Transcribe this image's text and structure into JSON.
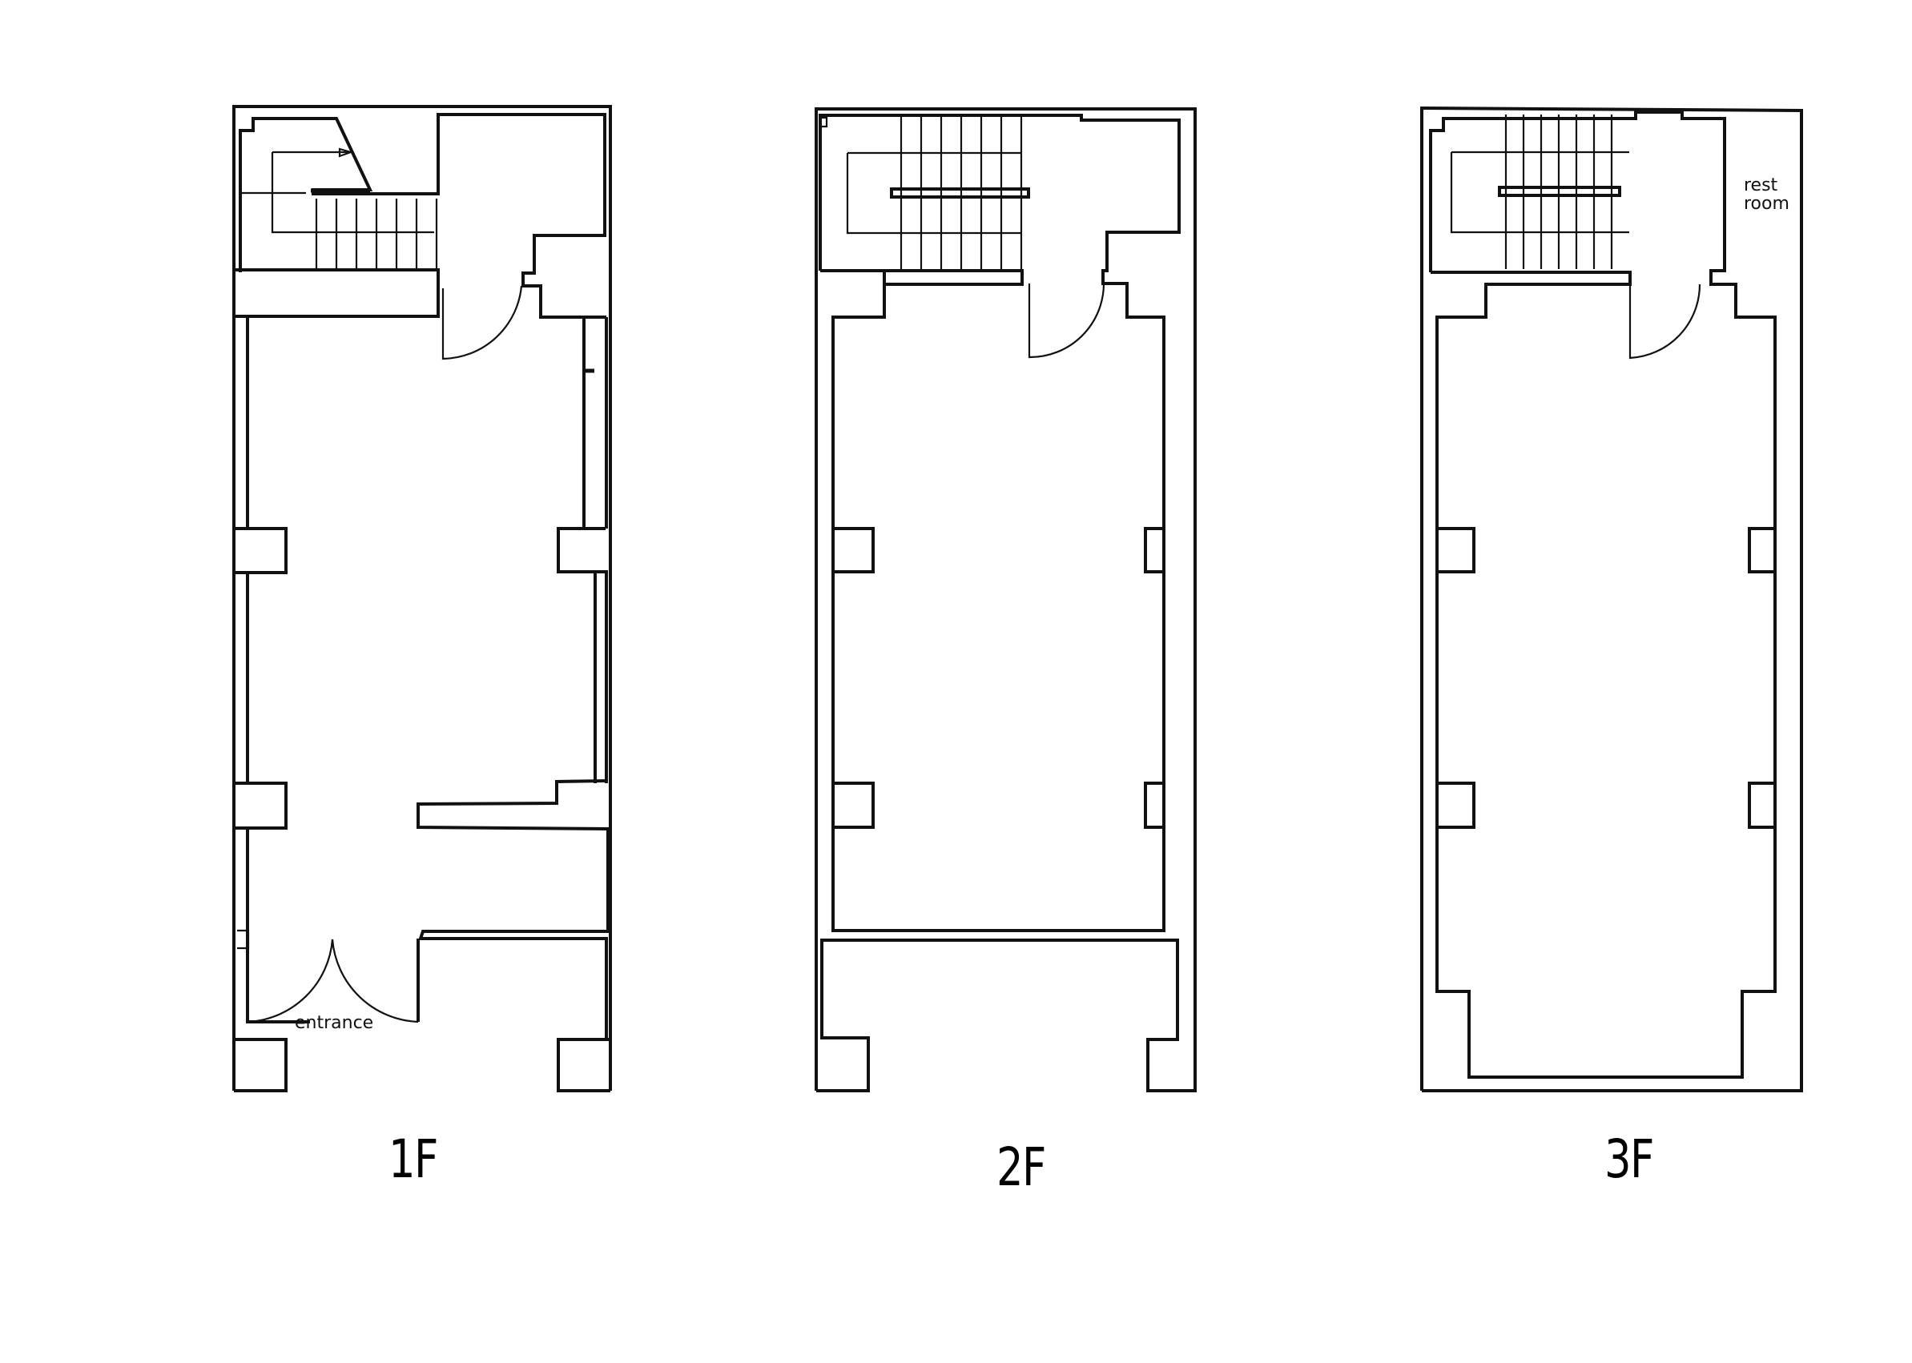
{
  "drawing": {
    "type": "architectural floor plans",
    "floors": [
      {
        "id": "1F",
        "label": "1F",
        "rooms": [
          {
            "label": "entrance"
          }
        ]
      },
      {
        "id": "2F",
        "label": "2F",
        "rooms": []
      },
      {
        "id": "3F",
        "label": "3F",
        "rooms": [
          {
            "label_line1": "rest",
            "label_line2": "room"
          }
        ]
      }
    ],
    "line_color": "#111111",
    "background": "#ffffff"
  }
}
